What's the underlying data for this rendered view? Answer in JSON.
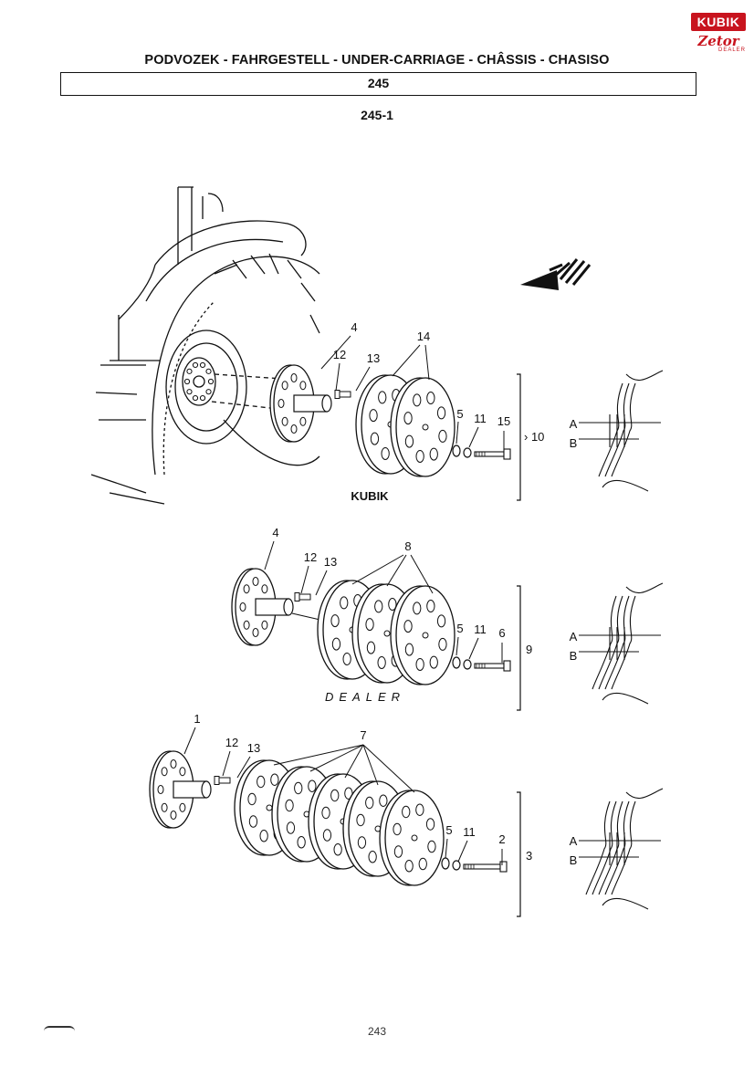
{
  "header": {
    "title": "PODVOZEK - FAHRGESTELL - UNDER-CARRIAGE - CHÂSSIS - CHASISO",
    "section": "245",
    "subsection": "245-1"
  },
  "logo": {
    "brand": "KUBIK",
    "partner": "Zetor",
    "sub": "DEALER"
  },
  "watermark": {
    "brand": "KUBIK",
    "partner": "Zetor",
    "sub": "DEALER"
  },
  "assemblies": [
    {
      "id": "top",
      "callouts": {
        "hub": "4",
        "screw_a": "12",
        "screw_b": "13",
        "weights": "14",
        "washer": "5",
        "nut": "11",
        "bolt": "15",
        "set": "10"
      },
      "detail": {
        "a": "A",
        "b": "B"
      }
    },
    {
      "id": "middle",
      "callouts": {
        "hub": "4",
        "screw_a": "12",
        "screw_b": "13",
        "weights": "8",
        "washer": "5",
        "nut": "11",
        "bolt": "6",
        "set": "9"
      },
      "detail": {
        "a": "A",
        "b": "B"
      }
    },
    {
      "id": "bottom",
      "callouts": {
        "hub": "1",
        "screw_a": "12",
        "screw_b": "13",
        "weights": "7",
        "washer": "5",
        "nut": "11",
        "bolt": "2",
        "set": "3"
      },
      "detail": {
        "a": "A",
        "b": "B"
      }
    }
  ],
  "footer": {
    "page": "243"
  },
  "colors": {
    "ink": "#111111",
    "brand_red": "#c8141e",
    "watermark": "#f3c9cb"
  }
}
